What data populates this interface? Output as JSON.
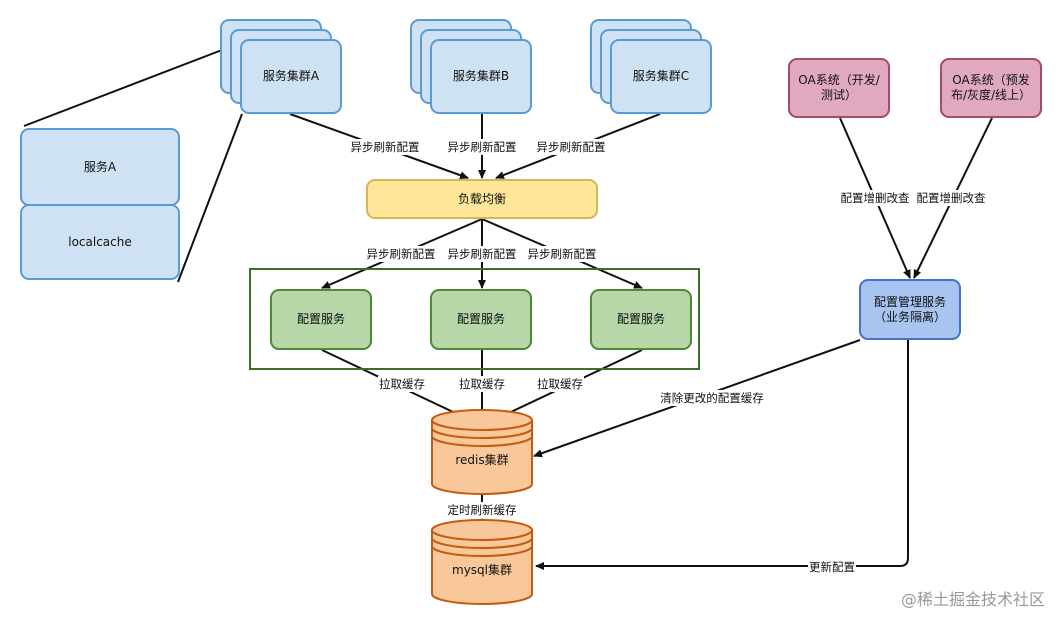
{
  "clusters": {
    "a": "服务集群A",
    "b": "服务集群B",
    "c": "服务集群C"
  },
  "zoom": {
    "service": "服务A",
    "cache": "localcache"
  },
  "lb": "负载均衡",
  "config_service": "配置服务",
  "oa": {
    "dev": "OA系统（开发/测试）",
    "prod": "OA系统（预发布/灰度/线上）"
  },
  "mgmt": "配置管理服务（业务隔离）",
  "redis": "redis集群",
  "mysql": "mysql集群",
  "edges": {
    "async_refresh": "异步刷新配置",
    "pull_cache": "拉取缓存",
    "crud": "配置增删改查",
    "clear_cache": "清除更改的配置缓存",
    "timed_refresh": "定时刷新缓存",
    "update_config": "更新配置"
  },
  "watermark": "@稀土掘金技术社区",
  "colors": {
    "blue_fill": "#cfe2f3",
    "blue_stroke": "#5b9bd5",
    "yellow_fill": "#ffe699",
    "green_fill": "#b7d7a8",
    "pink_fill": "#e0a9c0",
    "orange_fill": "#f8c89a",
    "orange_stroke": "#c55a11"
  }
}
